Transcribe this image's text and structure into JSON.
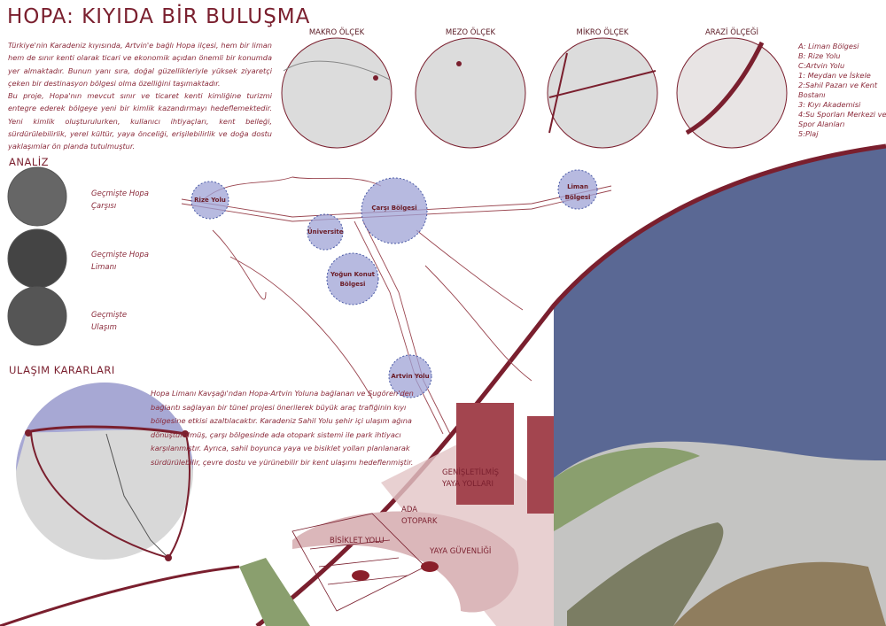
{
  "title": "HOPA: KIYIDA BİR BULUŞMA",
  "intro": [
    "Türkiye'nin Karadeniz kıyısında, Artvin'e bağlı Hopa ilçesi, hem bir liman hem de sınır kenti olarak ticari ve ekonomik açıdan önemli bir konumda yer almaktadır. Bunun yanı sıra, doğal güzellikleriyle yüksek ziyaretçi çeken bir destinasyon bölgesi olma özelliğini taşımaktadır.",
    "Bu proje, Hopa'nın mevcut sınır ve ticaret kenti kimliğine turizmi entegre ederek bölgeye yeni bir kimlik kazandırmayı hedeflemektedir. Yeni kimlik oluşturulurken, kullanıcı ihtiyaçları, kent belleği, sürdürülebilirlik, yerel kültür, yaya önceliği, erişilebilirlik ve doğa dostu yaklaşımlar ön planda tutulmuştur."
  ],
  "scales": [
    "MAKRO ÖLÇEK",
    "MEZO ÖLÇEK",
    "MİKRO ÖLÇEK",
    "ARAZİ ÖLÇEĞİ"
  ],
  "legend": [
    "A: Liman Bölgesi",
    "B: Rize Yolu",
    "C:Artvin Yolu",
    "1: Meydan ve İskele",
    "2:Sahil Pazarı ve Kent Bostanı",
    "3: Kıyı Akademisi",
    "4:Su Sporları Merkezi ve Spor Alanları",
    "5:Plaj"
  ],
  "analysis": {
    "heading": "ANALİZ",
    "items": [
      "Geçmişte Hopa Çarşısı",
      "Geçmişte Hopa Limanı",
      "Geçmişte Ulaşım"
    ]
  },
  "map_zones": [
    "Rize Yolu",
    "Çarşı Bölgesi",
    "Liman Bölgesi",
    "Üniversite",
    "Yoğun Konut Bölgesi",
    "Artvin Yolu"
  ],
  "transport": {
    "heading": "ULAŞIM KARARLARI",
    "text": "Hopa Limanı Kavşağı'ndan Hopa-Artvin Yoluna bağlanan ve Sugören'den bağlantı sağlayan bir tünel projesi önerilerek büyük araç trafiğinin kıyı bölgesine etkisi azaltılacaktır. Karadeniz Sahil Yolu şehir içi ulaşım ağına dönüştürülmüş, çarşı bölgesinde ada otopark sistemi ile park ihtiyacı karşılanmıştır. Ayrıca, sahil boyunca yaya ve bisiklet yolları planlanarak sürdürülebilir, çevre dostu ve yürünebilir bir kent ulaşımı hedeflenmiştir."
  },
  "iso_labels": [
    "GENİŞLETİLMİŞ YAYA YOLLARI",
    "ADA OTOPARK",
    "BİSİKLET YOLU",
    "YAYA GÜVENLİĞİ"
  ],
  "colors": {
    "accent": "#7a1f2e",
    "zone": "#9fa3d6",
    "sea": "#5a6894",
    "green": "#8a9f6e"
  }
}
